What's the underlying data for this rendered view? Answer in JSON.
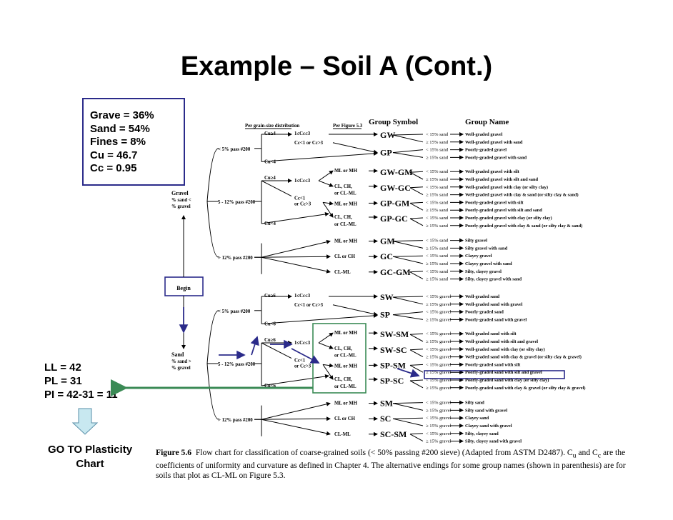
{
  "slide": {
    "title": "Example – Soil A  (Cont.)",
    "soil_props": [
      "Grave = 36%",
      "Sand = 54%",
      "Fines = 8%",
      "Cu = 46.7",
      "Cc = 0.95"
    ],
    "atterberg": [
      "LL = 42",
      "PL = 31",
      "PI = 42-31 = 11"
    ],
    "goto": [
      "GO TO Plasticity",
      "Chart"
    ],
    "caption": {
      "figure": "Figure 5.6",
      "text": "Flow chart for classification of coarse-grained soils (< 50% passing #200 sieve) (Adapted from ASTM D2487). C",
      "text2": " and C",
      "text3": " are the coefficients of uniformity and curvature as defined in Chapter 4. The alternative endings for some group names (shown in parenthesis) are for soils that plot as CL-ML on Figure 5.3.",
      "sub_u": "u",
      "sub_c": "c"
    }
  },
  "chart": {
    "headers": {
      "per_grain": "Per grain-size distribution",
      "per_figure": "Per Figure 5.3",
      "group_symbol": "Group Symbol",
      "group_name": "Group Name"
    },
    "begin": "Begin",
    "gravel_label": [
      "Gravel",
      "% sand <",
      "% gravel"
    ],
    "sand_label": [
      "Sand",
      "% sand >",
      "% gravel"
    ],
    "gravel_branches": [
      "< 5% pass #200",
      "5 - 12% pass #200",
      "> 12% pass #200"
    ],
    "sand_branches": [
      "< 5% pass #200",
      "5 - 12% pass #200",
      "> 12% pass #200"
    ],
    "gravel_cu": [
      "Cu≥4",
      "Cu<4",
      "Cu≥4",
      "Cu<4"
    ],
    "gravel_cc": [
      "1≤Cc≤3",
      "Cc<1 or Cc>3",
      "1≤Cc≤3",
      "Cc<1",
      "or Cc>3"
    ],
    "sand_cu": [
      "Cu≥6",
      "Cu<6",
      "Cu≥6",
      "Cu<6"
    ],
    "sand_cc": [
      "1≤Cc≤3",
      "Cc<1 or Cc>3",
      "1≤Cc≤3",
      "Cc<1",
      "or Cc>3"
    ],
    "fines": [
      "ML or MH",
      "CL, CH,",
      "or CL-ML",
      "ML or MH",
      "CL, CH,",
      "or CL-ML",
      "ML or MH",
      "CL or CH",
      "CL-ML"
    ],
    "sand_fines": [
      "ML or MH",
      "CL, CH,",
      "or CL-ML",
      "ML or MH",
      "CL, CH,",
      "or CL-ML",
      "ML or MH",
      "CL or CH",
      "CL-ML"
    ],
    "gravel_symbols": [
      "GW",
      "GP",
      "GW-GM",
      "GW-GC",
      "GP-GM",
      "GP-GC",
      "GM",
      "GC",
      "GC-GM"
    ],
    "sand_symbols": [
      "SW",
      "SP",
      "SW-SM",
      "SW-SC",
      "SP-SM",
      "SP-SC",
      "SM",
      "SC",
      "SC-SM"
    ],
    "gravel_rows": [
      [
        "< 15% sand",
        "Well-graded gravel"
      ],
      [
        "≥ 15% sand",
        "Well-graded gravel with sand"
      ],
      [
        "< 15% sand",
        "Poorly-graded gravel"
      ],
      [
        "≥ 15% sand",
        "Poorly-graded gravel with sand"
      ],
      [
        "< 15% sand",
        "Well-graded gravel with silt"
      ],
      [
        "≥ 15% sand",
        "Well-graded gravel with silt and sand"
      ],
      [
        "< 15% sand",
        "Well-graded gravel with clay (or silty clay)"
      ],
      [
        "≥ 15% sand",
        "Well-graded gravel with clay & sand (or silty clay & sand)"
      ],
      [
        "< 15% sand",
        "Poorly-graded gravel with silt"
      ],
      [
        "≥ 15% sand",
        "Poorly-graded gravel with silt and sand"
      ],
      [
        "< 15% sand",
        "Poorly-graded gravel with clay (or silty clay)"
      ],
      [
        "≥ 15% sand",
        "Poorly-graded gravel with clay & sand (or silty clay & sand)"
      ],
      [
        "< 15% sand",
        "Silty gravel"
      ],
      [
        "≥ 15% sand",
        "Silty gravel with sand"
      ],
      [
        "< 15% sand",
        "Clayey gravel"
      ],
      [
        "≥ 15% sand",
        "Clayey gravel with sand"
      ],
      [
        "< 15% sand",
        "Silty, clayey gravel"
      ],
      [
        "≥ 15% sand",
        "Silty, clayey gravel with sand"
      ]
    ],
    "sand_rows": [
      [
        "< 15% gravel",
        "Well-graded sand"
      ],
      [
        "≥ 15% gravel",
        "Well-graded sand with gravel"
      ],
      [
        "< 15% gravel",
        "Poorly-graded sand"
      ],
      [
        "≥ 15% gravel",
        "Poorly-graded sand with gravel"
      ],
      [
        "< 15% gravel",
        "Well-graded sand with silt"
      ],
      [
        "≥ 15% gravel",
        "Well-graded sand with silt and gravel"
      ],
      [
        "< 15% gravel",
        "Well-graded sand with clay (or silty clay)"
      ],
      [
        "≥ 15% gravel",
        "Well-graded sand with clay & gravel (or silty clay & gravel)"
      ],
      [
        "< 15% gravel",
        "Poorly-graded sand with silt"
      ],
      [
        "≥ 15% gravel",
        "Poorly-graded sand with silt and gravel"
      ],
      [
        "< 15% gravel",
        "Poorly-graded sand with clay (or silty clay)"
      ],
      [
        "≥ 15% gravel",
        "Poorly-graded sand with clay & gravel (or silty clay & gravel)"
      ],
      [
        "< 15% gravel",
        "Silty sand"
      ],
      [
        "≥ 15% gravel",
        "Silty sand with gravel"
      ],
      [
        "< 15% gravel",
        "Clayey sand"
      ],
      [
        "≥ 15% gravel",
        "Clayey sand with gravel"
      ],
      [
        "< 15% gravel",
        "Silty, clayey sand"
      ],
      [
        "≥ 15% gravel",
        "Silty, clayey sand with gravel"
      ]
    ],
    "colors": {
      "highlight": "#2b2b8a",
      "green": "#3a8a55",
      "arrow_fill": "#c8e8f0",
      "arrow_stroke": "#5a8fa8"
    }
  }
}
